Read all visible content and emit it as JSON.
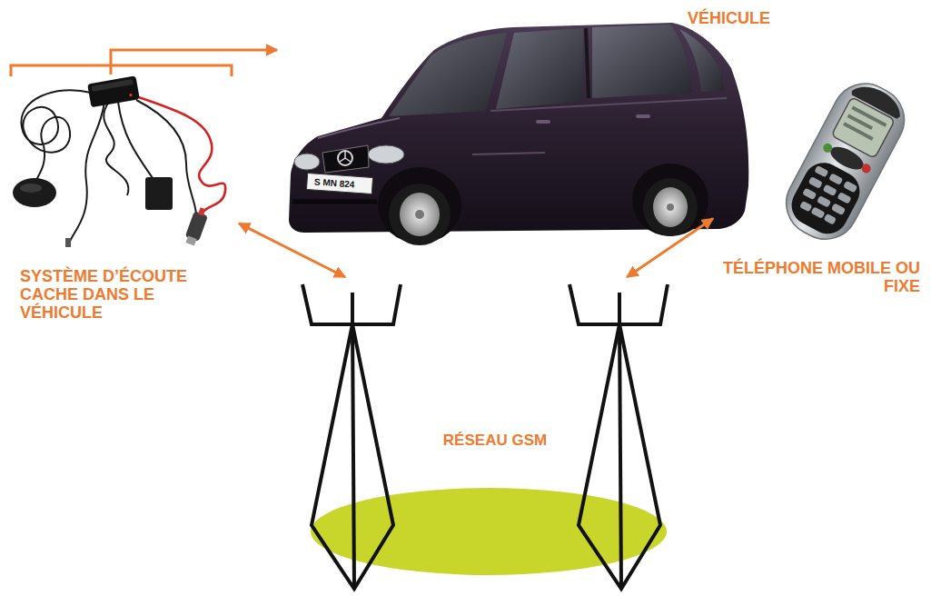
{
  "diagram": {
    "nodes": [
      {
        "text": [
          "SYSTÈME D’ÉCOUTE CACHE DANS LE VÉHICULE"
        ]
      },
      {
        "text": [
          "VÉHICULE"
        ]
      },
      {
        "text": [
          "TÉLÉPHONE MOBILE OU FIXE"
        ]
      },
      {
        "text": [
          "RÉSEAU GSM"
        ]
      }
    ],
    "edges": [
      {
        "from": 0,
        "to": 1,
        "arrow": "to"
      },
      {
        "from": 0,
        "to": 3,
        "arrow": "both"
      },
      {
        "from": 2,
        "to": 3,
        "arrow": "both"
      }
    ],
    "labels": [
      "S MN 824"
    ]
  }
}
